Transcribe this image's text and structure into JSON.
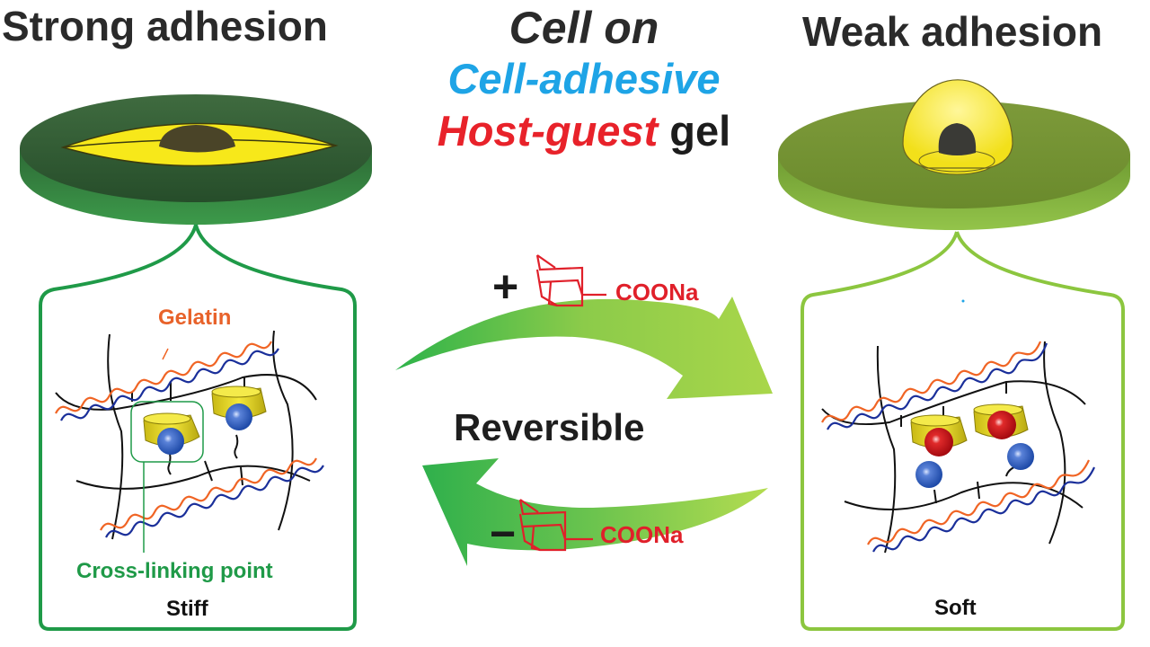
{
  "titles": {
    "left": "Strong adhesion",
    "right": "Weak adhesion",
    "center_line1": "Cell on",
    "center_line2": "Cell-adhesive",
    "center_line3_a": "Host-guest",
    "center_line3_b": "gel"
  },
  "center": {
    "reversible": "Reversible",
    "plus_sign": "+",
    "minus_sign": "−",
    "reagent_top": "COONa",
    "reagent_bottom": "COONa"
  },
  "left_panel": {
    "gelatin_label": "Gelatin",
    "crosslink_label": "Cross-linking point",
    "state": "Stiff"
  },
  "right_panel": {
    "state": "Soft"
  },
  "colors": {
    "dark_green": "#1f9a48",
    "light_green": "#8cc63f",
    "cell_yellow": "#f7e81a",
    "host_yellow": "#e0d21e",
    "guest_blue": "#2f5fc0",
    "competitor_red": "#d4111a",
    "gelatin_orange": "#f06424",
    "gelatin_blue": "#1a2f9a",
    "cyan_text": "#1ea4e6",
    "red_text": "#e8222a"
  }
}
